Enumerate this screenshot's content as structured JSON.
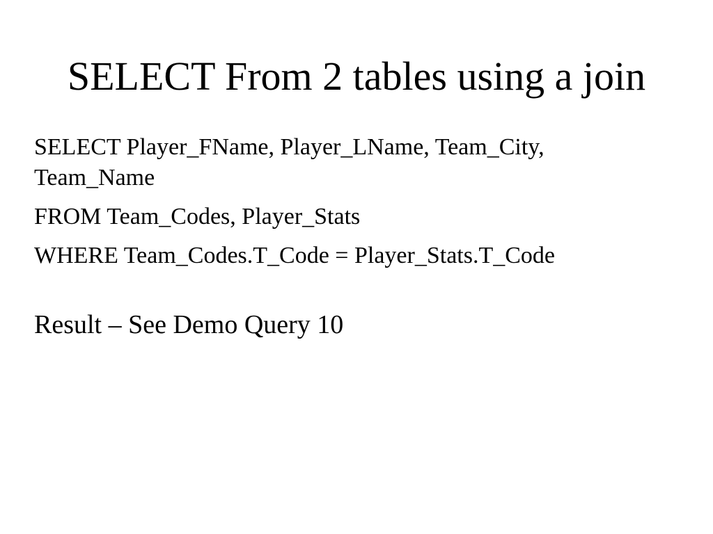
{
  "slide": {
    "title": "SELECT From 2 tables using a join",
    "query_lines": [
      "SELECT Player_FName, Player_LName, Team_City,",
      "Team_Name",
      "FROM Team_Codes, Player_Stats",
      "WHERE Team_Codes.T_Code = Player_Stats.T_Code"
    ],
    "result": "Result – See Demo Query 10"
  }
}
